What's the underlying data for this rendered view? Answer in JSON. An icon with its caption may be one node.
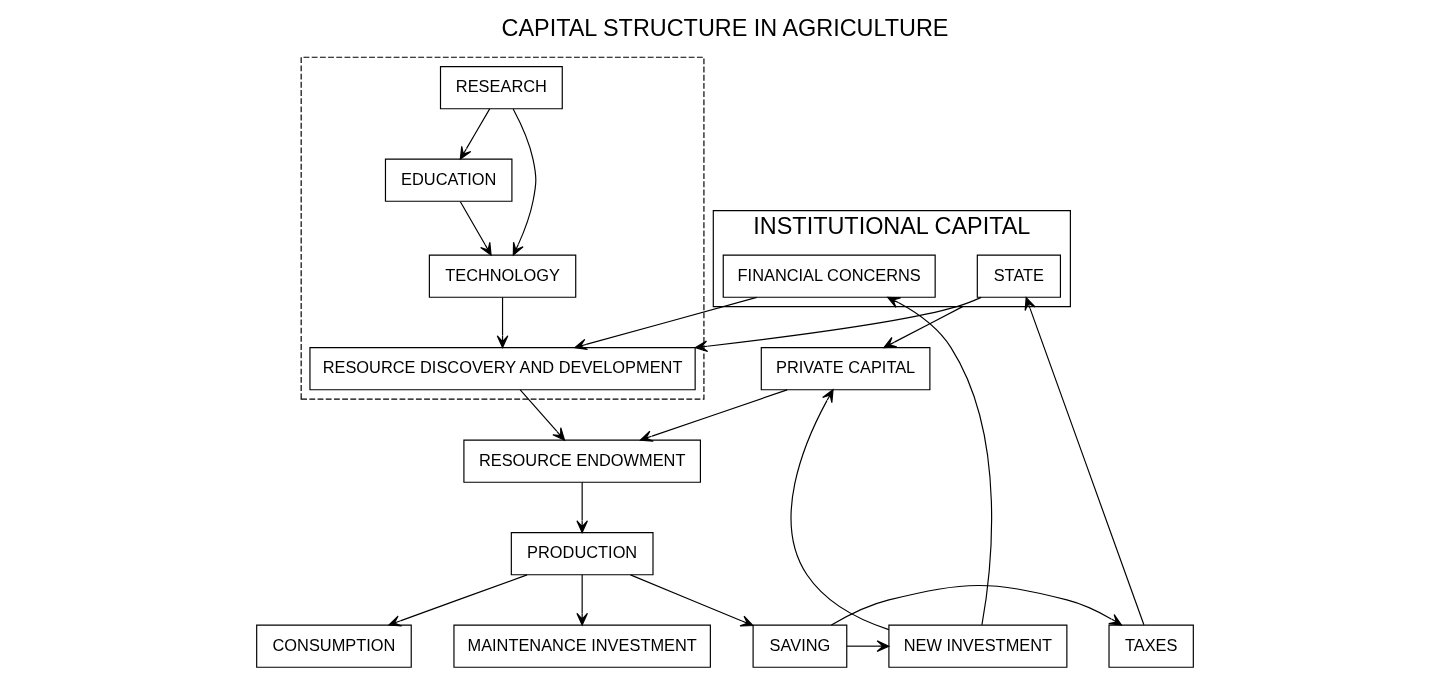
{
  "diagram": {
    "title": "CAPITAL STRUCTURE IN AGRICULTURE",
    "nodes": [
      {
        "text": [
          "INSTITUTIONAL CAPITAL"
        ]
      },
      {
        "text": [
          "STATE"
        ],
        "in": 0
      },
      {
        "text": [
          "FINANCIAL CONCERNS"
        ],
        "in": 0
      },
      {
        "text": [],
        "shape": "box"
      },
      {
        "text": [
          "RESEARCH"
        ],
        "in": 3
      },
      {
        "text": [
          "EDUCATION"
        ],
        "in": 3
      },
      {
        "text": [
          "TECHNOLOGY"
        ],
        "in": 3
      },
      {
        "text": [
          "RESOURCE DISCOVERY AND DEVELOPMENT"
        ],
        "in": 3
      },
      {
        "text": [
          "PRIVATE CAPITAL"
        ]
      },
      {
        "text": [
          "RESOURCE ENDOWMENT"
        ]
      },
      {
        "text": [
          "PRODUCTION"
        ]
      },
      {
        "text": [
          "TAXES"
        ]
      },
      {
        "text": [
          "CONSUMPTION"
        ]
      },
      {
        "text": [
          "MAINTENANCE INVESTMENT"
        ]
      },
      {
        "text": [
          "SAVING"
        ]
      },
      {
        "text": [
          "NEW INVESTMENT"
        ]
      }
    ],
    "edges": [
      {
        "from": 0,
        "to": 8,
        "arrow": "to"
      },
      {
        "from": 15,
        "to": 2,
        "arrow": "to"
      },
      {
        "from": 15,
        "to": 8,
        "arrow": "to"
      },
      {
        "from": 1,
        "to": 7,
        "arrow": "to"
      },
      {
        "from": 2,
        "to": 7,
        "arrow": "to"
      },
      {
        "from": 4,
        "to": 5,
        "arrow": "to"
      },
      {
        "from": 4,
        "to": 6,
        "arrow": "to"
      },
      {
        "from": 5,
        "to": 6,
        "arrow": "to"
      },
      {
        "from": 6,
        "to": 7,
        "arrow": "to"
      },
      {
        "from": 8,
        "to": 9,
        "arrow": "to"
      },
      {
        "from": 7,
        "to": 9,
        "arrow": "to"
      },
      {
        "from": 9,
        "to": 10,
        "arrow": "to"
      },
      {
        "from": 10,
        "to": 12,
        "arrow": "to"
      },
      {
        "from": 10,
        "to": 13,
        "arrow": "to"
      },
      {
        "from": 10,
        "to": 14,
        "arrow": "to"
      },
      {
        "from": 14,
        "to": 15,
        "arrow": "to"
      },
      {
        "from": 14,
        "to": 11,
        "arrow": "to"
      },
      {
        "from": 11,
        "to": 1,
        "arrow": "to"
      }
    ]
  }
}
